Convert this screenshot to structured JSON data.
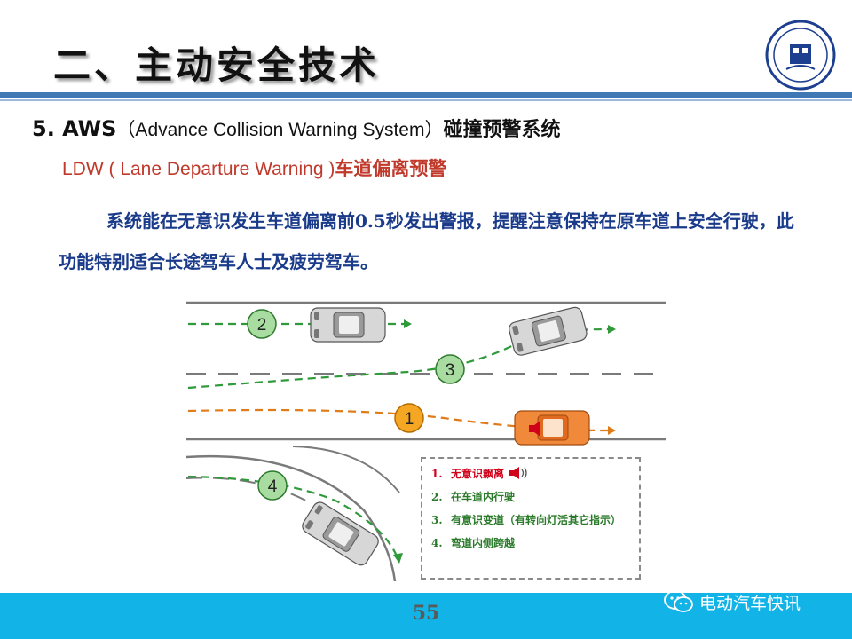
{
  "slide": {
    "title": "二、主动安全技术",
    "heading_num": "5. AWS",
    "heading_full": "（Advance Collision Warning System）",
    "heading_zh": "碰撞预警系统",
    "sub_en": "LDW ( Lane Departure Warning )",
    "sub_zh": "车道偏离预警",
    "body": "系统能在无意识发生车道偏离前0.5秒发出警报，提醒注意保持在原车道上安全行驶，此功能特别适合长途驾车人士及疲劳驾车。",
    "page_number": "55",
    "watermark": "电动汽车快讯"
  },
  "diagram": {
    "markers": [
      "1",
      "2",
      "3",
      "4"
    ],
    "legend": [
      {
        "idx": "1.",
        "text": "无意识飘离"
      },
      {
        "idx": "2.",
        "text": "在车道内行驶"
      },
      {
        "idx": "3.",
        "text": "有意识变道（有转向灯活其它指示）"
      },
      {
        "idx": "4.",
        "text": "弯道内侧跨越"
      }
    ]
  },
  "colors": {
    "accent_rule": "#3f78b5",
    "footer": "#12b3e6",
    "sub_heading": "#c0392b",
    "body_text": "#1a3a8a",
    "green_path": "#2e9a3a",
    "orange_path": "#e07b1a",
    "marker_green": "#a8dca0",
    "marker_orange": "#f5a623"
  },
  "icons": [
    "university-logo-icon",
    "speaker-warning-icon",
    "wechat-icon"
  ]
}
